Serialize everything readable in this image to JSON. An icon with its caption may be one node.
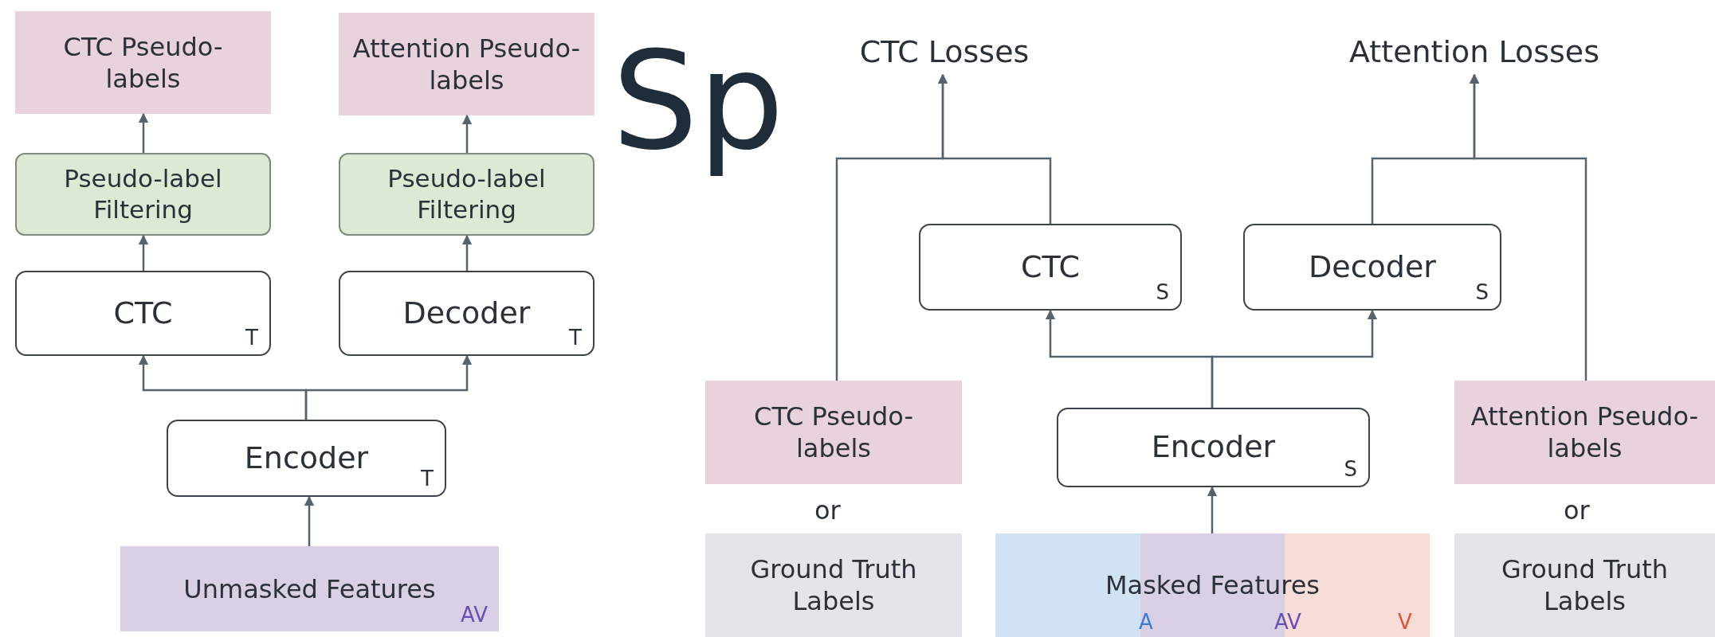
{
  "diagram": {
    "nodes": [
      {
        "text": [
          "CTC Pseudo-labels"
        ]
      },
      {
        "text": [
          "Attention Pseudo-labels"
        ]
      },
      {
        "text": [
          "CTC Losses"
        ]
      },
      {
        "text": [
          "Attention Losses"
        ]
      },
      {
        "text": [
          "Pseudo-label Filtering"
        ]
      },
      {
        "text": [
          "Pseudo-label Filtering"
        ]
      },
      {
        "text": [
          "CTC",
          "T"
        ]
      },
      {
        "text": [
          "Decoder",
          "T"
        ]
      },
      {
        "text": [
          "CTC",
          "S"
        ]
      },
      {
        "text": [
          "Decoder",
          "S"
        ]
      },
      {
        "text": [
          "Encoder",
          "T"
        ]
      },
      {
        "text": [
          "CTC Pseudo-labels"
        ]
      },
      {
        "text": [
          "Encoder",
          "S"
        ]
      },
      {
        "text": [
          "Attention Pseudo-labels"
        ]
      },
      {
        "text": [
          "Unmasked Features",
          "AV"
        ]
      },
      {
        "text": [
          "Ground Truth Labels"
        ]
      },
      {
        "text": [
          "Masked Features",
          "A",
          "AV",
          "V"
        ]
      },
      {
        "text": [
          "Ground Truth Labels"
        ]
      }
    ],
    "edges": [
      {
        "from": 14,
        "to": 10,
        "arrow": "to"
      },
      {
        "from": 10,
        "to": 6,
        "arrow": "to"
      },
      {
        "from": 10,
        "to": 7,
        "arrow": "to"
      },
      {
        "from": 6,
        "to": 4,
        "arrow": "to"
      },
      {
        "from": 7,
        "to": 5,
        "arrow": "to"
      },
      {
        "from": 4,
        "to": 0,
        "arrow": "to"
      },
      {
        "from": 5,
        "to": 1,
        "arrow": "to"
      },
      {
        "from": 16,
        "to": 12,
        "arrow": "to"
      },
      {
        "from": 12,
        "to": 8,
        "arrow": "to"
      },
      {
        "from": 12,
        "to": 9,
        "arrow": "to"
      },
      {
        "from": 8,
        "to": 2,
        "arrow": "to"
      },
      {
        "from": 11,
        "to": 2,
        "arrow": "to"
      },
      {
        "from": 9,
        "to": 3,
        "arrow": "to"
      },
      {
        "from": 13,
        "to": 3,
        "arrow": "to"
      }
    ],
    "labels": [
      "Sp",
      "or",
      "or"
    ]
  }
}
